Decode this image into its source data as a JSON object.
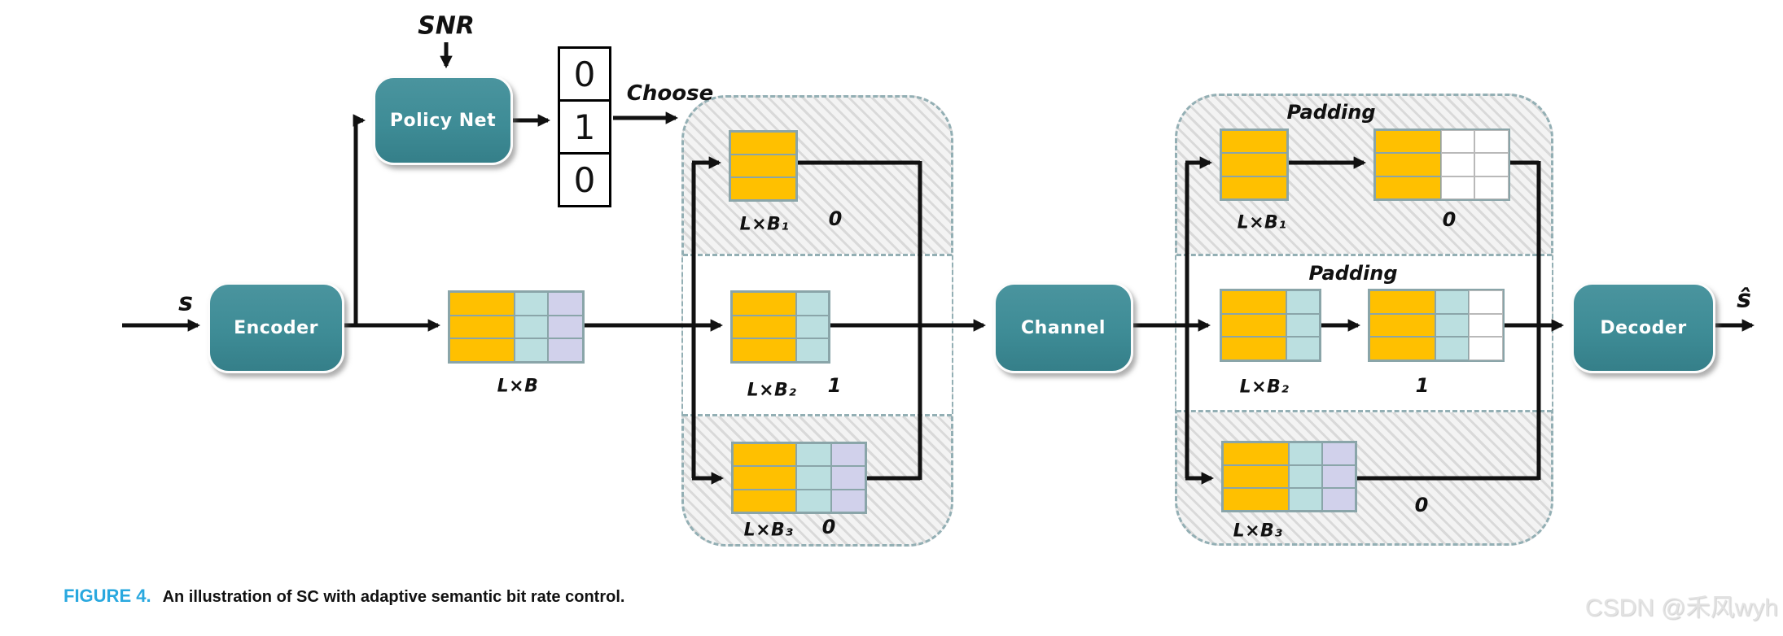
{
  "caption": {
    "label": "FIGURE 4.",
    "text": "An illustration of SC with adaptive semantic bit rate control."
  },
  "watermark": "CSDN @禾风wyh",
  "nodes": {
    "encoder": "Encoder",
    "policy_net": "Policy Net",
    "channel": "Channel",
    "decoder": "Decoder"
  },
  "labels": {
    "snr": "SNR",
    "input": "s",
    "output": "ŝ",
    "choose": "Choose",
    "source_block": "L×B",
    "padding_top": "Padding",
    "padding_mid": "Padding"
  },
  "policy_vector": [
    "0",
    "1",
    "0"
  ],
  "rate_options": [
    {
      "label": "L×B₁",
      "bit": "0"
    },
    {
      "label": "L×B₂",
      "bit": "1"
    },
    {
      "label": "L×B₃",
      "bit": "0"
    }
  ],
  "padding_options": [
    {
      "label": "L×B₁",
      "bit": "0"
    },
    {
      "label": "L×B₂",
      "bit": "1"
    },
    {
      "label": "L×B₃",
      "bit": "0"
    }
  ],
  "colors": {
    "teal": "#3E8C96",
    "orange": "#FFC000",
    "cellTeal": "#BBDFE0",
    "cellPurple": "#D1D1EB",
    "grid": "#8AA5A9",
    "dash": "#93AFB4",
    "figureBlue": "#29A8DF",
    "wire": "#111111"
  }
}
